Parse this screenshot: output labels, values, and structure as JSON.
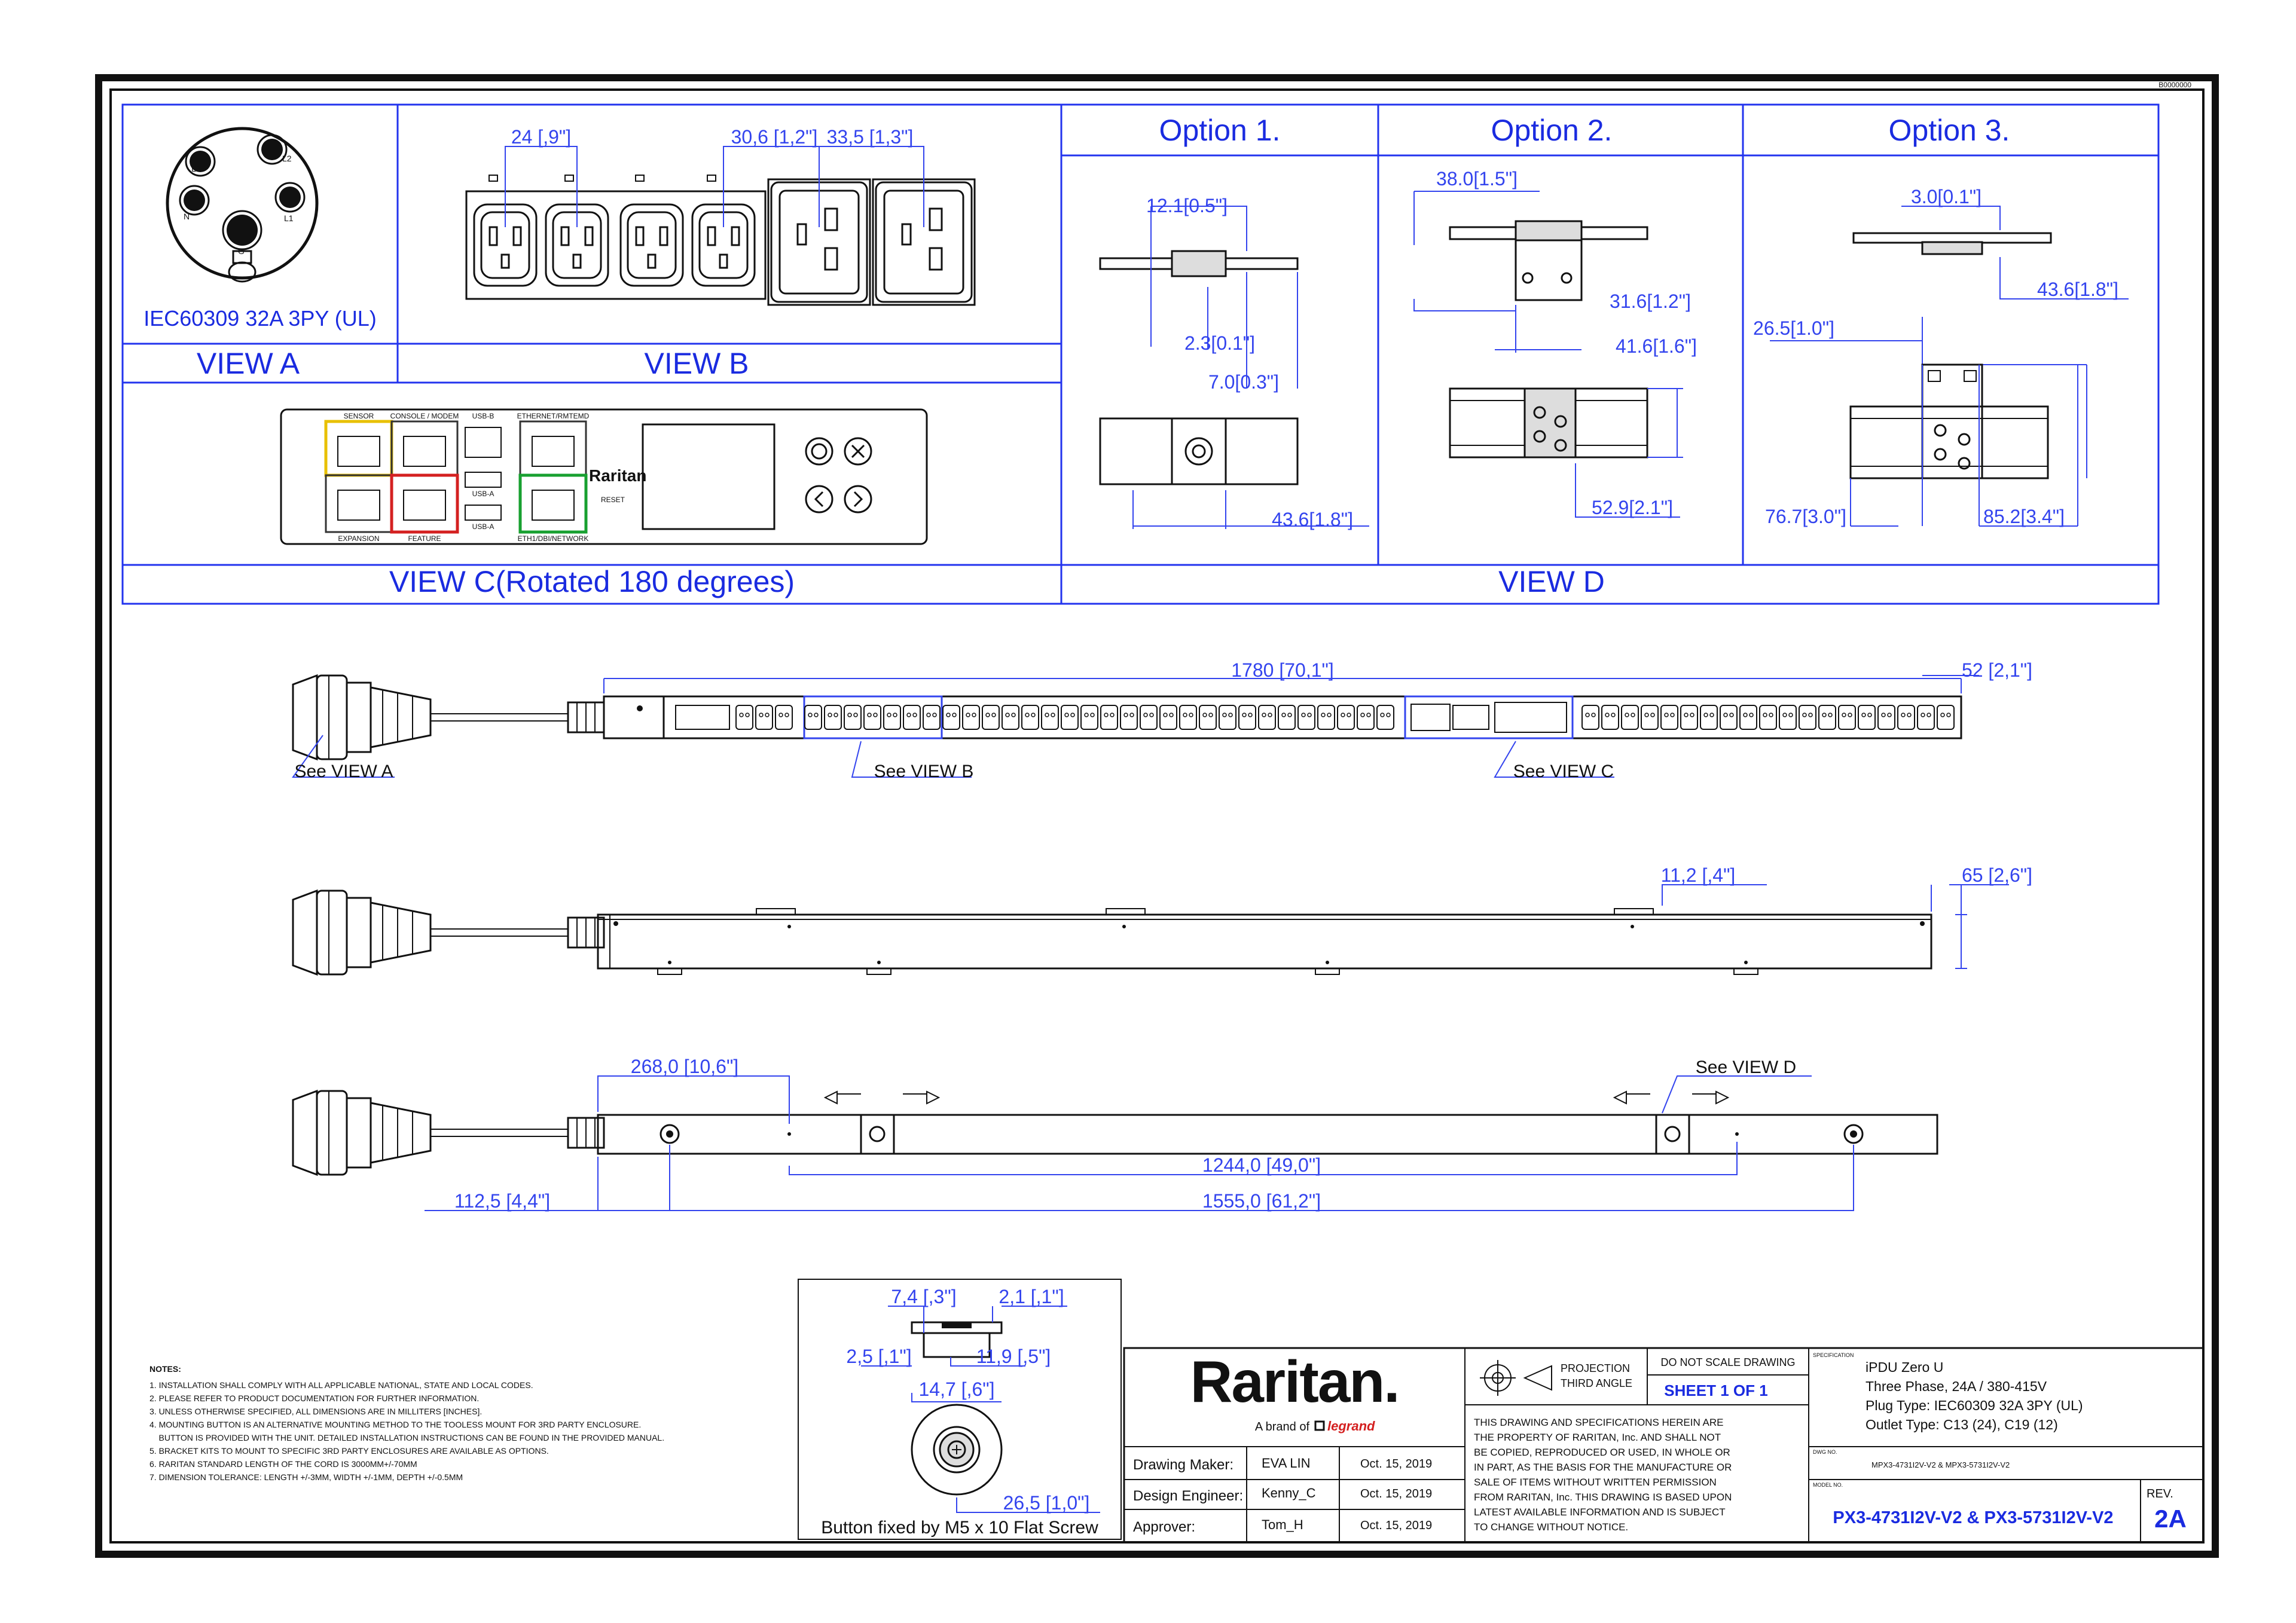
{
  "view_a": {
    "plug_label": "IEC60309 32A 3PY (UL)",
    "view_title": "VIEW A",
    "pins": [
      "L3",
      "L2",
      "N",
      "L1",
      "G"
    ]
  },
  "view_b": {
    "view_title": "VIEW B",
    "dims": [
      "24 [,9\"]",
      "30,6 [1,2\"]",
      "33,5 [1,3\"]"
    ]
  },
  "view_c": {
    "view_title": "VIEW C(Rotated 180 degrees)",
    "brand": "Raritan",
    "port_labels": [
      "SENSOR",
      "CONSOLE / MODEM",
      "USB-B",
      "ETHERNET/RMTEMD",
      "EXPANSION",
      "FEATURE",
      "USB-A",
      "USB-A",
      "ETH1/DBI/NETWORK",
      "RESET"
    ]
  },
  "view_d": {
    "view_title": "VIEW D",
    "options": [
      {
        "title": "Option 1.",
        "dims": [
          "12.1[0.5\"]",
          "2.3[0.1\"]",
          "7.0[0.3\"]",
          "43.6[1.8\"]"
        ]
      },
      {
        "title": "Option  2.",
        "dims": [
          "38.0[1.5\"]",
          "31.6[1.2\"]",
          "41.6[1.6\"]",
          "52.9[2.1\"]"
        ]
      },
      {
        "title": "Option 3.",
        "dims": [
          "3.0[0.1\"]",
          "43.6[1.8\"]",
          "26.5[1.0\"]",
          "76.7[3.0\"]",
          "85.2[3.4\"]"
        ]
      }
    ]
  },
  "elevations": {
    "front": {
      "length": "1780 [70,1\"]",
      "end": "52 [2,1\"]",
      "callouts": [
        "See VIEW A",
        "See VIEW B",
        "See VIEW C"
      ]
    },
    "side": {
      "depth": "11,2 [,4\"]",
      "height": "65 [2,6\"]"
    },
    "back": {
      "offset": "268,0 [10,6\"]",
      "button_spacing": "1244,0 [49,0\"]",
      "hole_offset": "112,5 [4,4\"]",
      "hole_spacing": "1555,0 [61,2\"]",
      "callout": "See VIEW D"
    }
  },
  "button_detail": {
    "dims": [
      "7,4 [,3\"]",
      "2,1 [,1\"]",
      "2,5 [,1\"]",
      "11,9 [,5\"]",
      "14,7 [,6\"]",
      "26,5 [1,0\"]"
    ],
    "caption": "Button fixed by M5 x 10 Flat Screw"
  },
  "notes": {
    "heading": "NOTES:",
    "items": [
      "1. INSTALLATION SHALL COMPLY WITH ALL APPLICABLE NATIONAL, STATE AND LOCAL CODES.",
      "2. PLEASE REFER TO PRODUCT DOCUMENTATION FOR FURTHER INFORMATION.",
      "3. UNLESS OTHERWISE SPECIFIED, ALL DIMENSIONS ARE IN MILLITERS [INCHES].",
      "4. MOUNTING BUTTON IS AN ALTERNATIVE MOUNTING METHOD TO THE TOOLESS MOUNT FOR 3RD PARTY ENCLOSURE.",
      "    BUTTON IS PROVIDED WITH THE UNIT. DETAILED INSTALLATION INSTRUCTIONS CAN BE FOUND IN THE PROVIDED MANUAL.",
      "5. BRACKET KITS TO MOUNT TO SPECIFIC 3RD PARTY ENCLOSURES ARE AVAILABLE AS OPTIONS.",
      "6. RARITAN STANDARD LENGTH OF THE CORD IS 3000MM+/-70MM",
      "7. DIMENSION TOLERANCE: LENGTH +/-3MM, WIDTH +/-1MM, DEPTH +/-0.5MM"
    ]
  },
  "title_block": {
    "logo": "Raritan.",
    "tagline": "A brand of",
    "tagline_brand": "legrand",
    "rows": [
      {
        "role": "Drawing Maker:",
        "name": "EVA LIN",
        "date": "Oct. 15, 2019"
      },
      {
        "role": "Design Engineer:",
        "name": "Kenny_C",
        "date": "Oct. 15, 2019"
      },
      {
        "role": "Approver:",
        "name": "Tom_H",
        "date": "Oct. 15, 2019"
      }
    ],
    "projection": "PROJECTION",
    "third_angle": "THIRD ANGLE",
    "no_scale": "DO NOT SCALE DRAWING",
    "sheet": "SHEET 1 OF 1",
    "disclaimer": [
      "THIS DRAWING AND SPECIFICATIONS HEREIN ARE",
      "THE PROPERTY OF RARITAN, Inc. AND SHALL NOT",
      "BE COPIED, REPRODUCED OR USED, IN WHOLE OR",
      "IN PART, AS THE BASIS FOR THE MANUFACTURE OR",
      "SALE OF ITEMS WITHOUT WRITTEN PERMISSION",
      "FROM RARITAN, Inc. THIS DRAWING IS BASED UPON",
      "LATEST AVAILABLE INFORMATION AND IS SUBJECT",
      "TO CHANGE WITHOUT NOTICE."
    ],
    "spec_label": "SPECIFICATION",
    "spec": [
      "iPDU Zero U",
      "Three Phase, 24A / 380-415V",
      "Plug Type: IEC60309 32A 3PY (UL)",
      "Outlet Type:  C13 (24), C19 (12)"
    ],
    "dwg_label": "DWG NO.",
    "dwg_no": "MPX3-4731I2V-V2 & MPX3-5731I2V-V2",
    "model_label": "MODEL NO.",
    "model_no": "PX3-4731I2V-V2 & PX3-5731I2V-V2",
    "rev_label": "REV.",
    "rev": "2A",
    "corner_code": "B0000000"
  }
}
